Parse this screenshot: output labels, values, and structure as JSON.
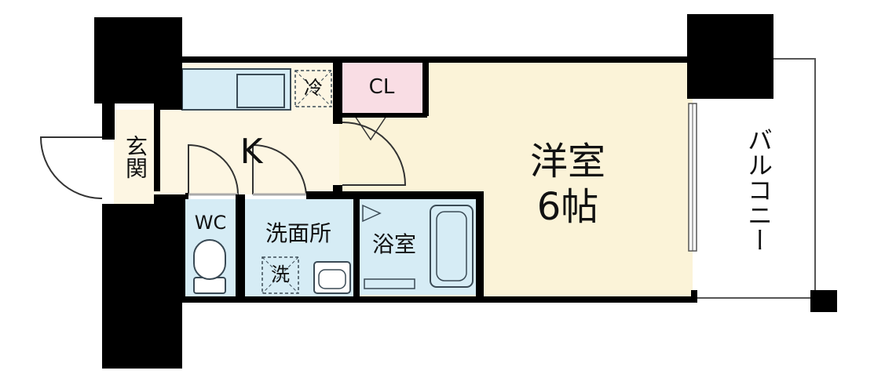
{
  "colors": {
    "wall": "#000000",
    "western_room": "#fbf3d8",
    "kitchen": "#fdf6e3",
    "entrance": "#fdf6e3",
    "wet_area": "#d6ecf5",
    "closet": "#f9dde4",
    "balcony": "#ffffff",
    "fixture_stroke": "#3a4a55",
    "door_stroke": "#333333"
  },
  "rooms": {
    "western": {
      "name": "洋室",
      "size": "6帖"
    },
    "kitchen": {
      "name": "K"
    },
    "closet": {
      "name": "CL"
    },
    "fridge": {
      "name": "冷"
    },
    "entrance": {
      "name": "玄関"
    },
    "toilet": {
      "name": "WC"
    },
    "washroom": {
      "name": "洗面所"
    },
    "washer": {
      "name": "洗"
    },
    "bath": {
      "name": "浴室"
    },
    "balcony": {
      "name": "バルコニー"
    }
  }
}
